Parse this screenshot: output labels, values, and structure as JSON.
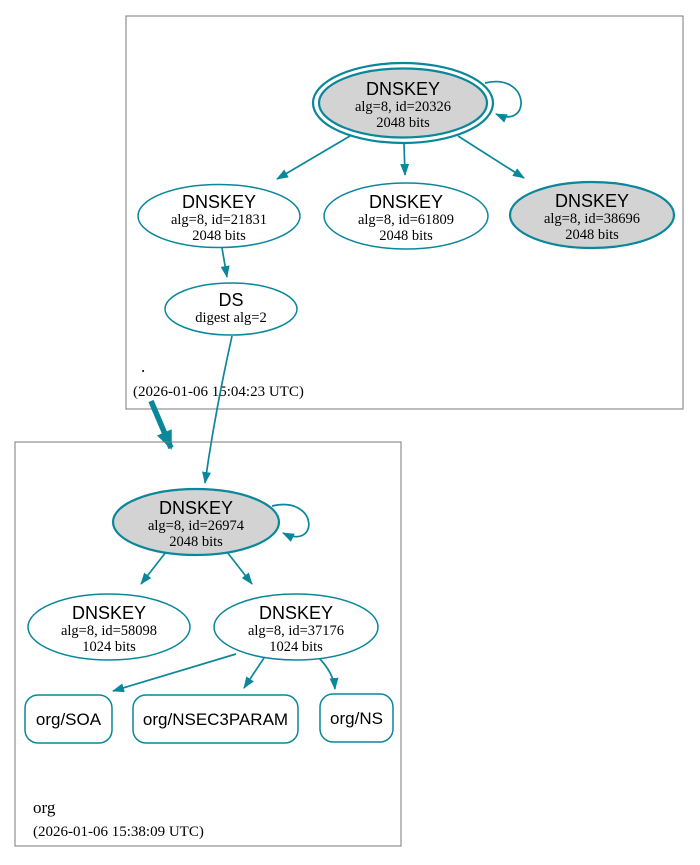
{
  "diagram_type": "dnssec-authentication-chain",
  "colors": {
    "accent_teal": "#0a879a",
    "sep_key_fill": "#d3d3d3",
    "node_fill": "#ffffff",
    "box_border": "#7a7a7a",
    "text": "#000000"
  },
  "zones": [
    {
      "name": ".",
      "timestamp": "(2026-01-06 15:04:23 UTC)",
      "nodes": {
        "ksk20326": {
          "title": "DNSKEY",
          "detail1": "alg=8, id=20326",
          "detail2": "2048 bits"
        },
        "zsk21831": {
          "title": "DNSKEY",
          "detail1": "alg=8, id=21831",
          "detail2": "2048 bits"
        },
        "zsk61809": {
          "title": "DNSKEY",
          "detail1": "alg=8, id=61809",
          "detail2": "2048 bits"
        },
        "ksk38696": {
          "title": "DNSKEY",
          "detail1": "alg=8, id=38696",
          "detail2": "2048 bits"
        },
        "ds": {
          "title": "DS",
          "detail1": "digest alg=2"
        }
      }
    },
    {
      "name": "org",
      "timestamp": "(2026-01-06 15:38:09 UTC)",
      "nodes": {
        "ksk26974": {
          "title": "DNSKEY",
          "detail1": "alg=8, id=26974",
          "detail2": "2048 bits"
        },
        "zsk58098": {
          "title": "DNSKEY",
          "detail1": "alg=8, id=58098",
          "detail2": "1024 bits"
        },
        "zsk37176": {
          "title": "DNSKEY",
          "detail1": "alg=8, id=37176",
          "detail2": "1024 bits"
        },
        "rrset_soa": {
          "label": "org/SOA"
        },
        "rrset_nsec3param": {
          "label": "org/NSEC3PARAM"
        },
        "rrset_ns": {
          "label": "org/NS"
        }
      }
    }
  ]
}
